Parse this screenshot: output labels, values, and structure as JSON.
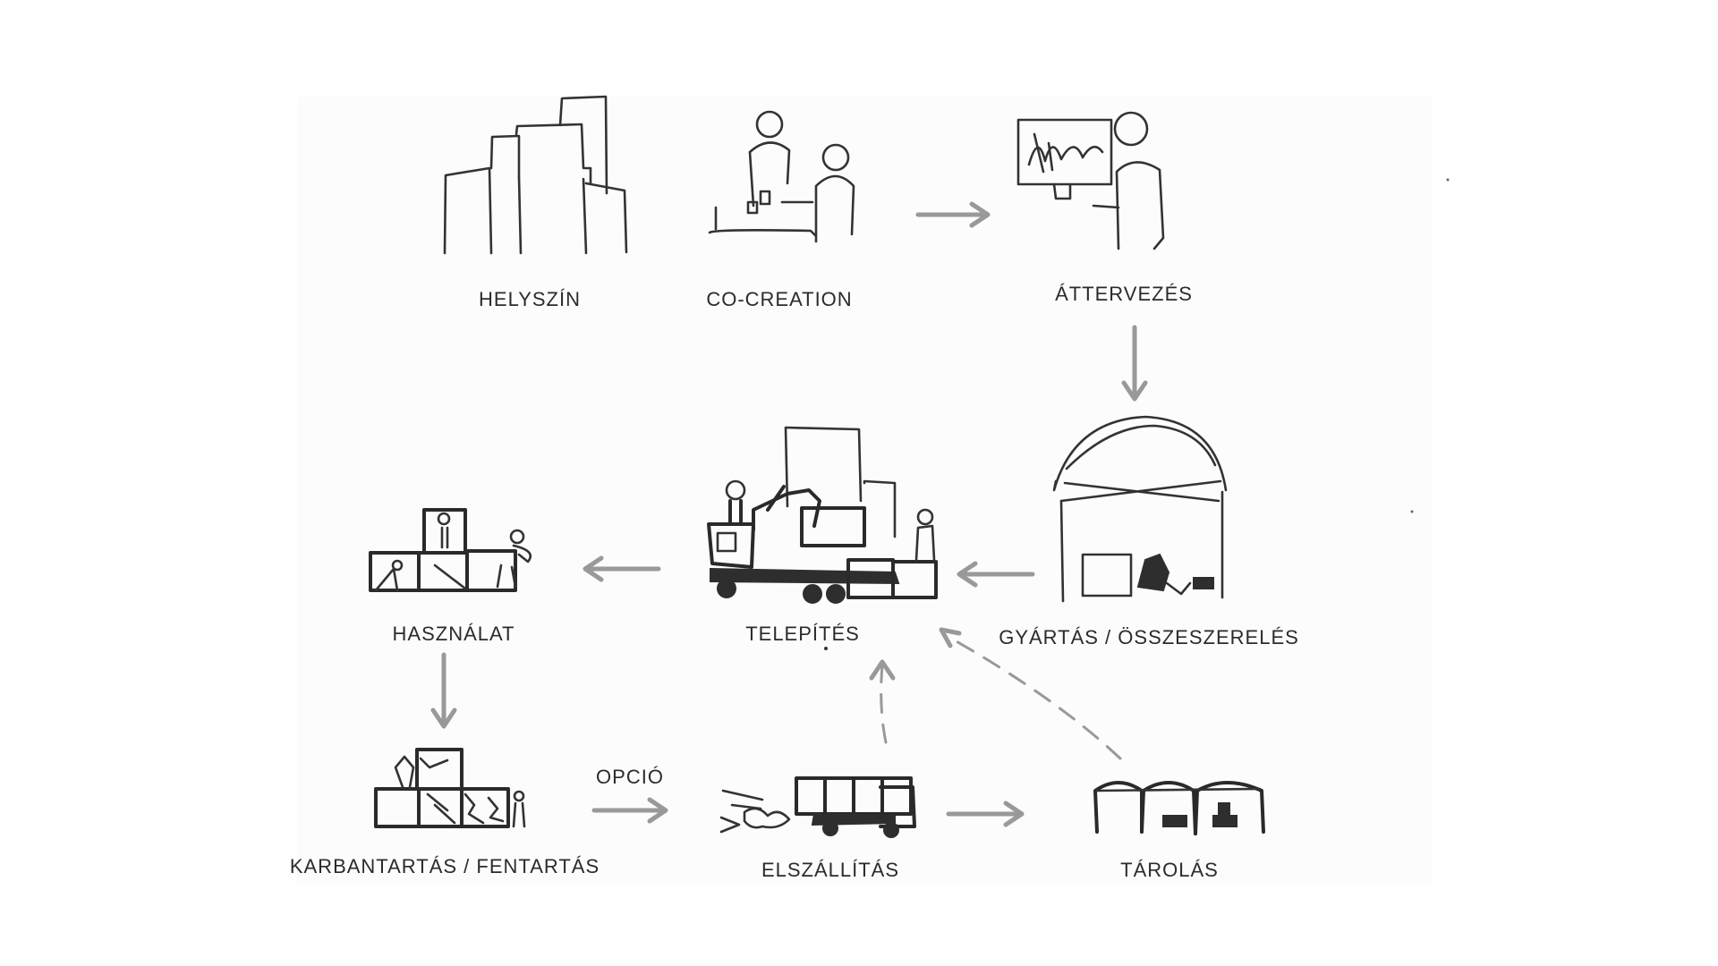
{
  "steps": {
    "helyszin": "HELYSZÍN",
    "cocreation": "CO-CREATION",
    "attervezes": "ÁTTERVEZÉS",
    "gyartas": "GYÁRTÁS / ÖSSZESZERELÉS",
    "telepites": "TELEPÍTÉS",
    "hasznalat": "HASZNÁLAT",
    "karbantartas": "KARBANTARTÁS / FENTARTÁS",
    "elszallitas": "ELSZÁLLÍTÁS",
    "tarolas": "TÁROLÁS"
  },
  "option_label": "OPCIÓ",
  "colors": {
    "ink": "#2b2b2b",
    "arrow": "#999999",
    "background": "#fcfcfc"
  },
  "icons": [
    "city-buildings-icon",
    "meeting-people-icon",
    "designer-at-computer-icon",
    "factory-hall-icon",
    "truck-crane-installation-icon",
    "modules-in-use-icon",
    "maintenance-modules-icon",
    "transport-truck-icon",
    "storage-halls-icon"
  ]
}
